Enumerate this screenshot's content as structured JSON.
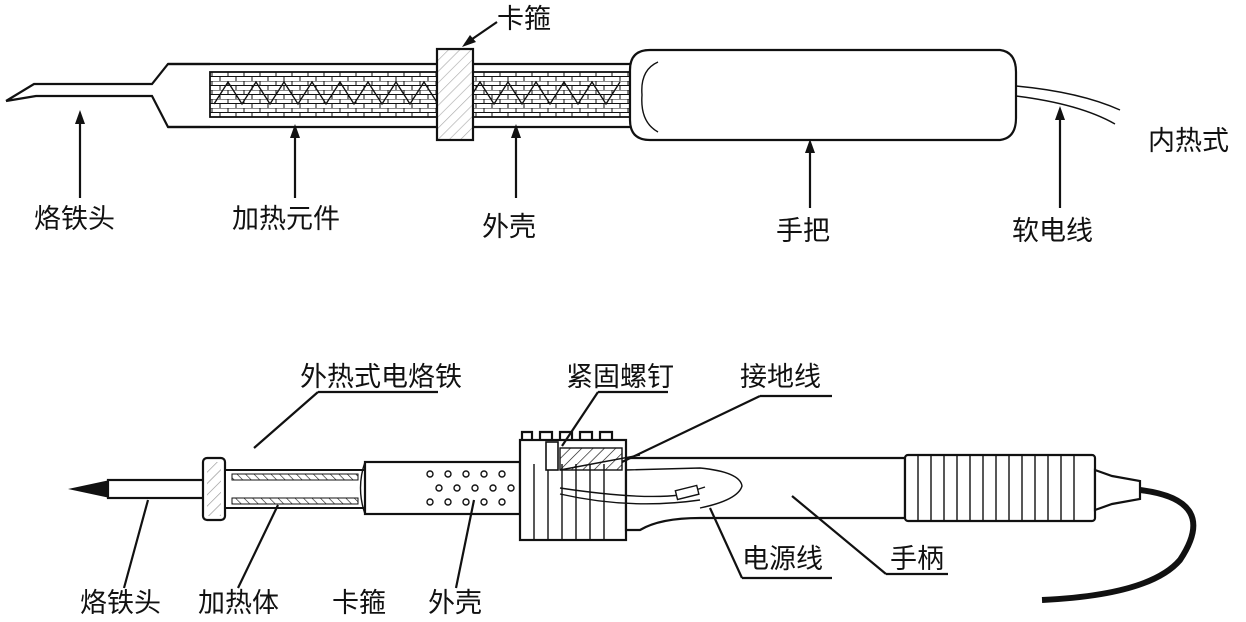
{
  "internal": {
    "caption": "内热式",
    "labels": {
      "tip": "烙铁头",
      "heater": "加热元件",
      "clamp": "卡箍",
      "shell": "外壳",
      "handle": "手把",
      "cord": "软电线"
    }
  },
  "external": {
    "title": "外热式电烙铁",
    "labels": {
      "screw": "紧固螺钉",
      "ground": "接地线",
      "tip": "烙铁头",
      "heater": "加热体",
      "clamp": "卡箍",
      "shell": "外壳",
      "power": "电源线",
      "handle": "手柄"
    }
  }
}
